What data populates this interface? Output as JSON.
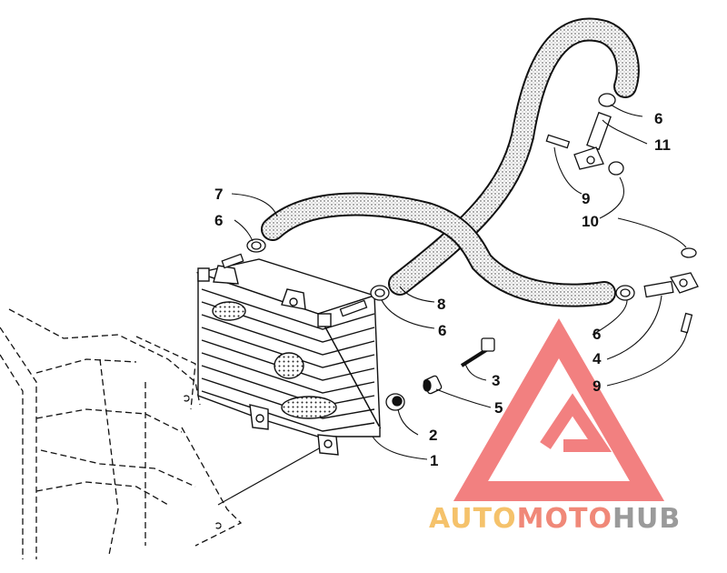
{
  "diagram": {
    "callouts": {
      "c1": "1",
      "c2": "2",
      "c3": "3",
      "c4": "4",
      "c5": "5",
      "c6a": "6",
      "c6b": "6",
      "c6c": "6",
      "c6d": "6",
      "c7": "7",
      "c8": "8",
      "c9a": "9",
      "c9b": "9",
      "c10": "10",
      "c11": "11"
    }
  },
  "watermark": {
    "part1": "AUTO",
    "part2": "MOTO",
    "part3": "HUB",
    "colors": {
      "part1": "#f5c26b",
      "part2": "#f08878",
      "part3": "#9a9a9a",
      "mark": "#f06a6a"
    }
  },
  "colors": {
    "line": "#111111",
    "hose_fill": "#ffffff",
    "hose_dots": "#333333"
  }
}
